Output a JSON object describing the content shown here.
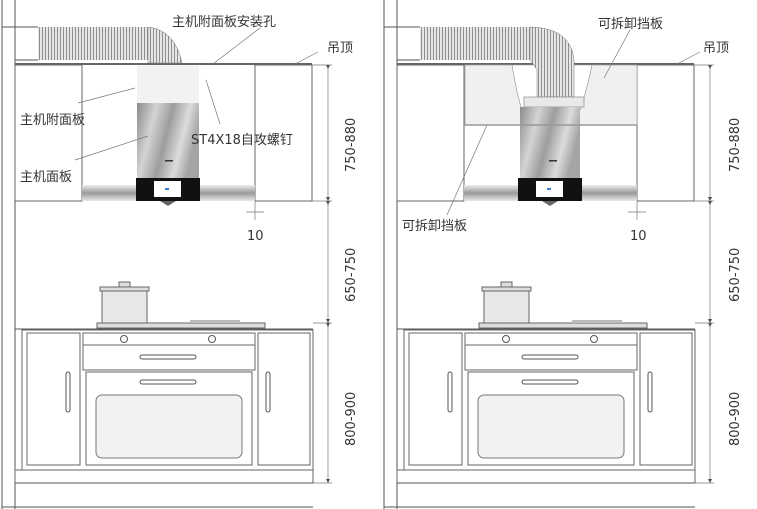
{
  "left_panel": {
    "labels": {
      "mounting_hole": "主机附面板安装孔",
      "ceiling": "吊顶",
      "aux_panel": "主机附面板",
      "screw": "ST4X18自攻螺钉",
      "main_panel": "主机面板",
      "gap": "10"
    },
    "dimensions": {
      "upper": "750-880",
      "middle": "650-750",
      "lower": "800-900"
    }
  },
  "right_panel": {
    "labels": {
      "baffle_top": "可拆卸挡板",
      "ceiling": "吊顶",
      "baffle_bottom": "可拆卸挡板",
      "gap": "10"
    },
    "dimensions": {
      "upper": "750-880",
      "middle": "650-750",
      "lower": "800-900"
    }
  },
  "colors": {
    "line": "#555555",
    "steel": "#b8b8b8",
    "panel": "#f0f0f0",
    "control": "#111111"
  }
}
